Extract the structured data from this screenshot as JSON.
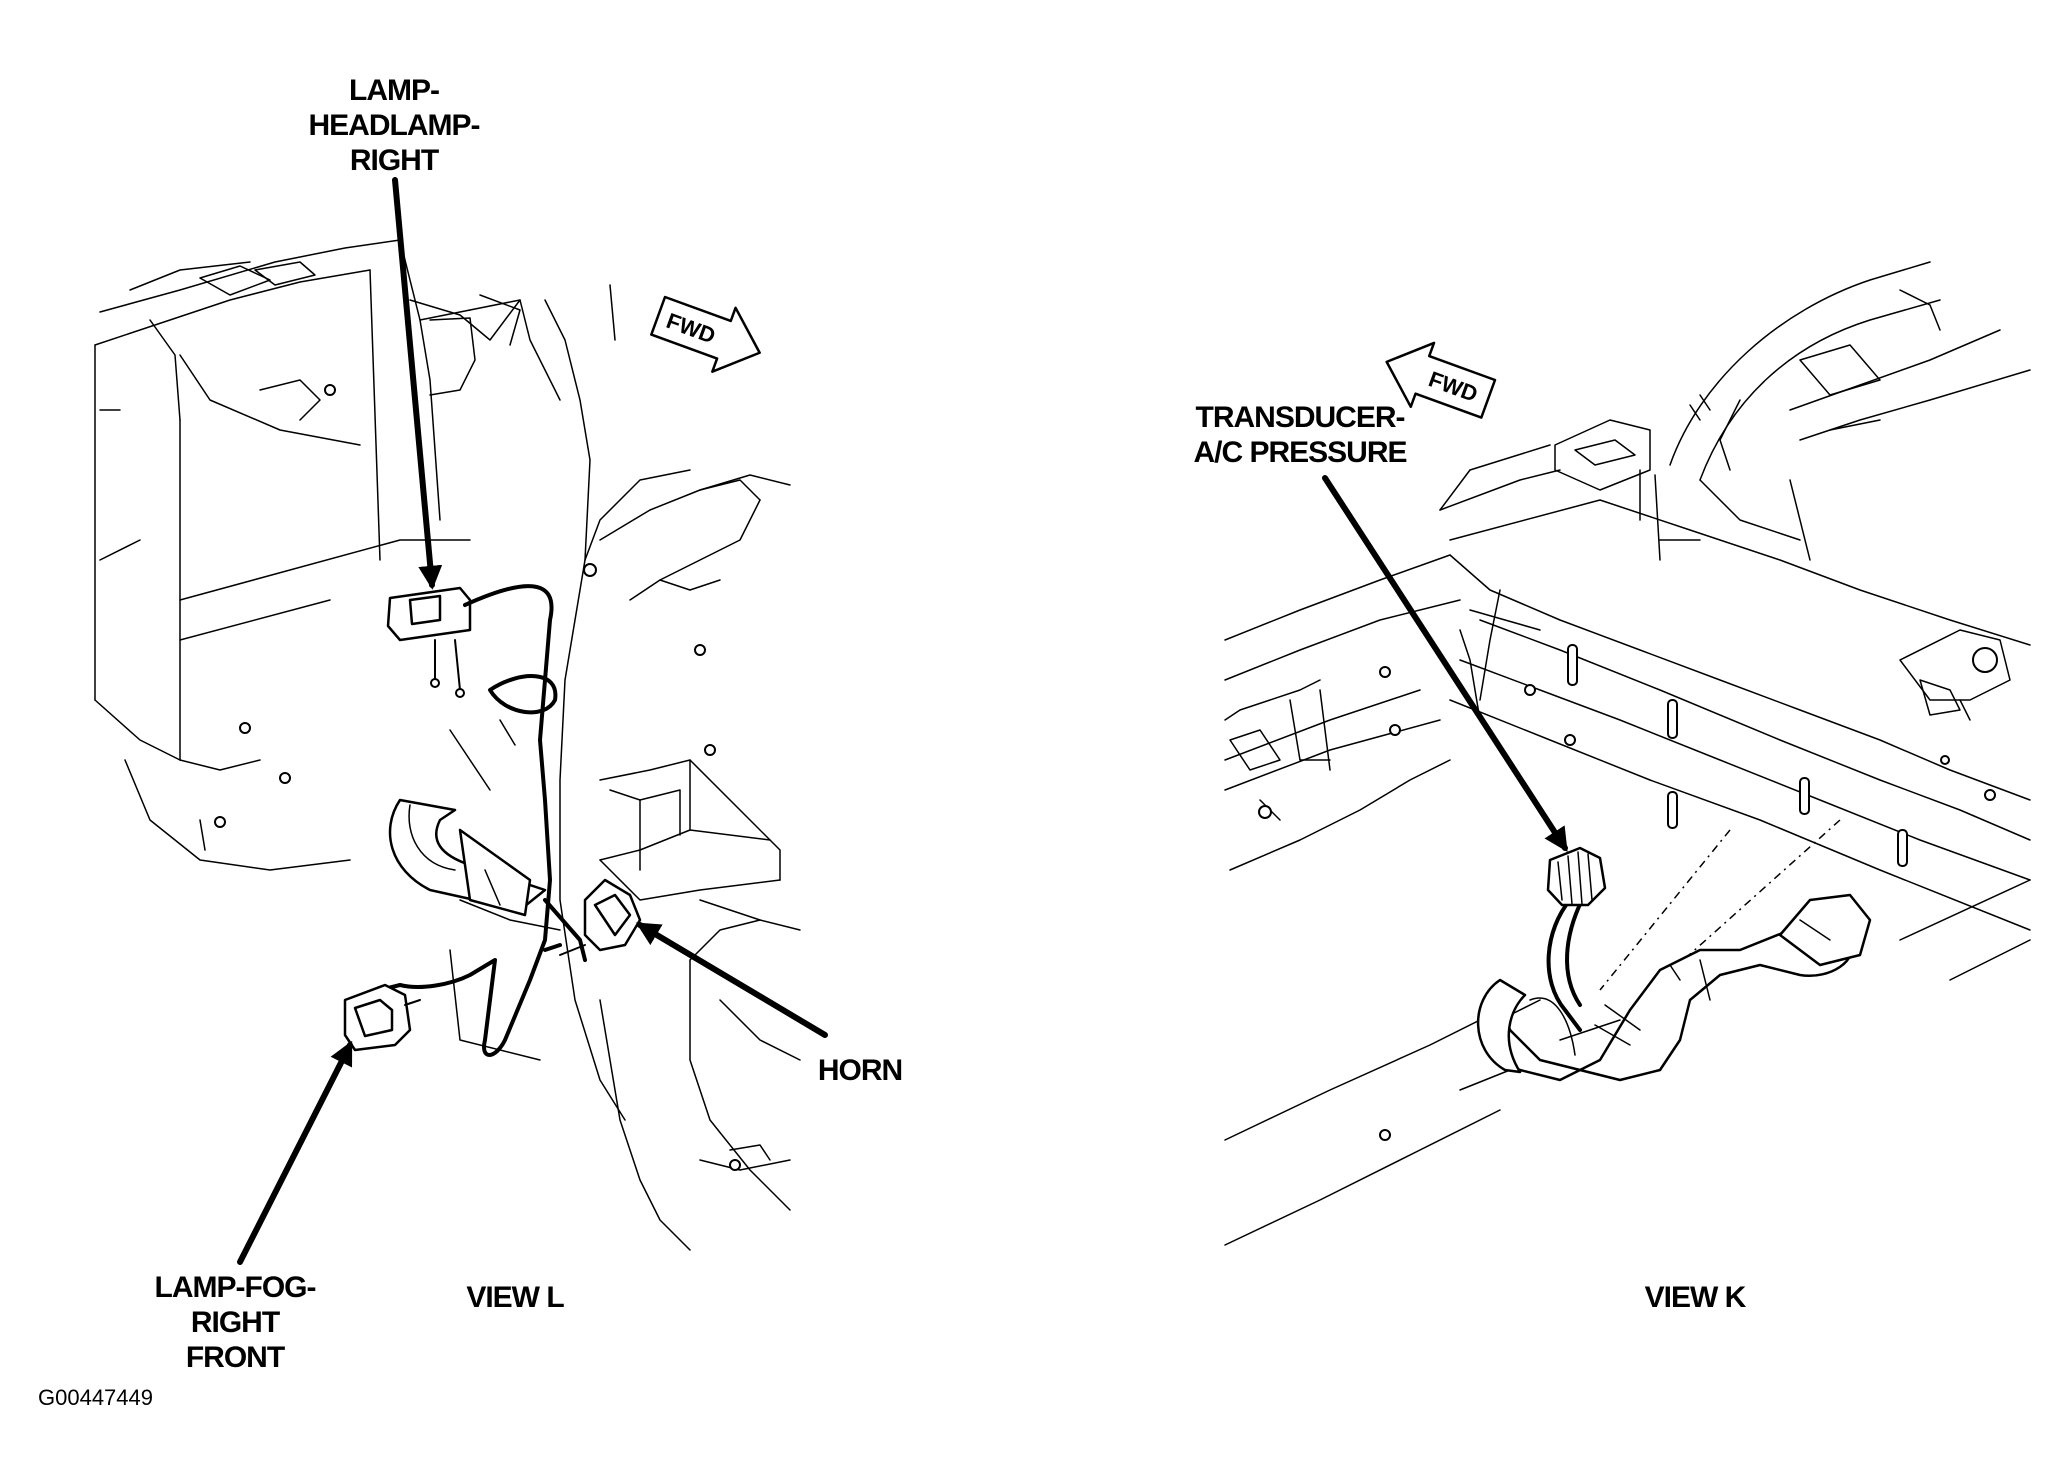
{
  "figure_id": "G00447449",
  "views": [
    {
      "id": "view-l",
      "title": "VIEW L",
      "fwd_label": "FWD",
      "callouts": {
        "headlamp": [
          "LAMP-",
          "HEADLAMP-",
          "RIGHT"
        ],
        "horn": [
          "HORN"
        ],
        "fog_lamp": [
          "LAMP-FOG-",
          "RIGHT",
          "FRONT"
        ]
      }
    },
    {
      "id": "view-k",
      "title": "VIEW K",
      "fwd_label": "FWD",
      "callouts": {
        "transducer": [
          "TRANSDUCER-",
          "A/C PRESSURE"
        ]
      }
    }
  ],
  "icons": {
    "fwd_arrow": "fwd-arrow-icon",
    "callout_arrow": "leader-arrow-icon"
  },
  "colors": {
    "ink": "#000000",
    "paper": "#ffffff"
  }
}
